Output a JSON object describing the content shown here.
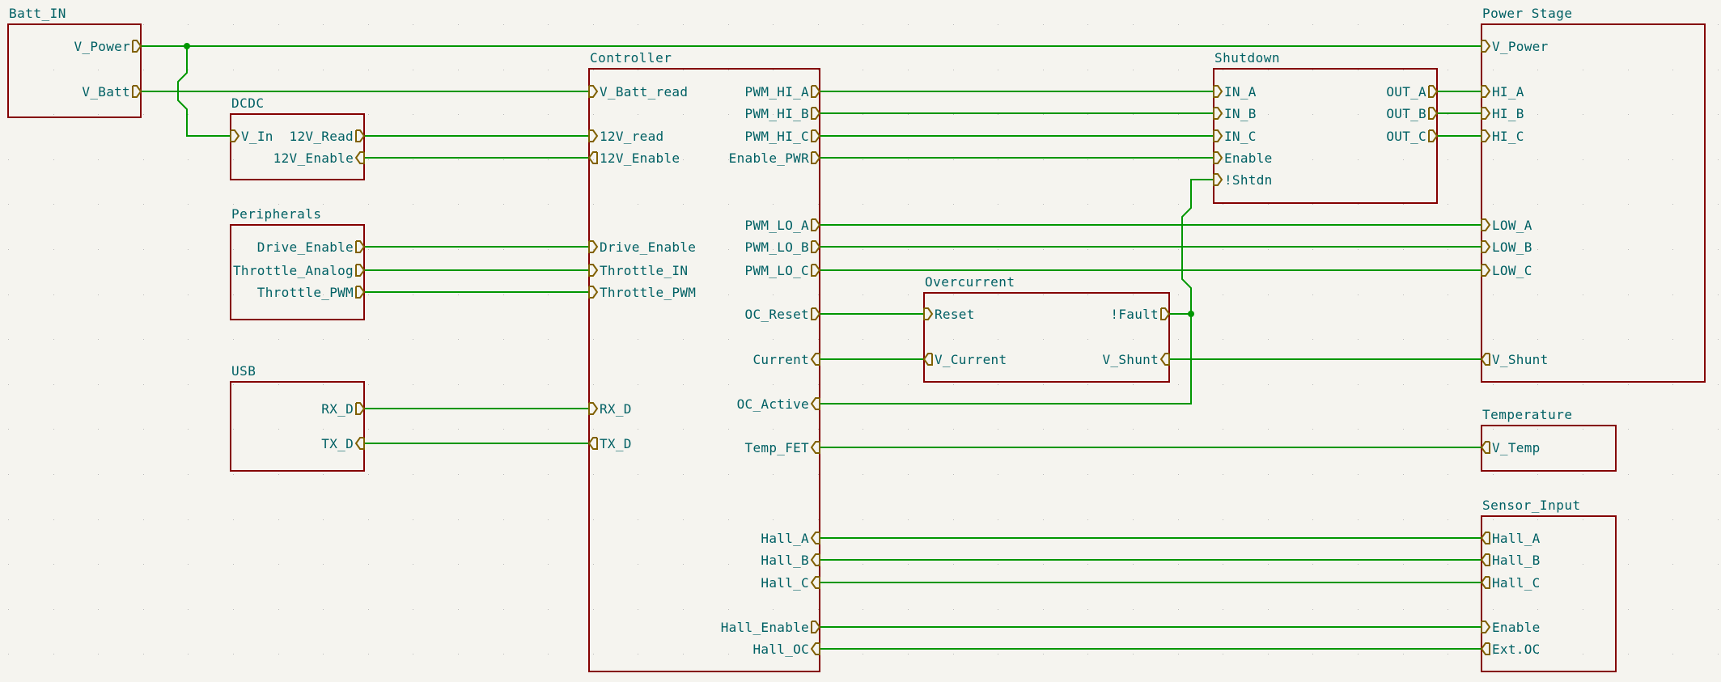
{
  "app": "KiCad Schematic Editor",
  "colors": {
    "background": "#f5f4ef",
    "sheet_border": "#840000",
    "wire": "#009600",
    "pin": "#806000",
    "text": "#006064"
  },
  "sheets": [
    {
      "id": "batt_in",
      "title": "Batt_IN",
      "pins": [
        {
          "label": "V_Power",
          "side": "right",
          "dir": "out"
        },
        {
          "label": "V_Batt",
          "side": "right",
          "dir": "out"
        }
      ]
    },
    {
      "id": "dcdc",
      "title": "DCDC",
      "pins": [
        {
          "label": "V_In",
          "side": "left",
          "dir": "in"
        },
        {
          "label": "12V_Read",
          "side": "right",
          "dir": "out"
        },
        {
          "label": "12V_Enable",
          "side": "right",
          "dir": "in"
        }
      ]
    },
    {
      "id": "peripherals",
      "title": "Peripherals",
      "pins": [
        {
          "label": "Drive_Enable",
          "side": "right",
          "dir": "out"
        },
        {
          "label": "Throttle_Analog",
          "side": "right",
          "dir": "out"
        },
        {
          "label": "Throttle_PWM",
          "side": "right",
          "dir": "out"
        }
      ]
    },
    {
      "id": "usb",
      "title": "USB",
      "pins": [
        {
          "label": "RX_D",
          "side": "right",
          "dir": "out"
        },
        {
          "label": "TX_D",
          "side": "right",
          "dir": "in"
        }
      ]
    },
    {
      "id": "controller",
      "title": "Controller",
      "pins": [
        {
          "label": "V_Batt_read",
          "side": "left",
          "dir": "in"
        },
        {
          "label": "12V_read",
          "side": "left",
          "dir": "in"
        },
        {
          "label": "12V_Enable",
          "side": "left",
          "dir": "out"
        },
        {
          "label": "Drive_Enable",
          "side": "left",
          "dir": "in"
        },
        {
          "label": "Throttle_IN",
          "side": "left",
          "dir": "in"
        },
        {
          "label": "Throttle_PWM",
          "side": "left",
          "dir": "in"
        },
        {
          "label": "RX_D",
          "side": "left",
          "dir": "in"
        },
        {
          "label": "TX_D",
          "side": "left",
          "dir": "out"
        },
        {
          "label": "PWM_HI_A",
          "side": "right",
          "dir": "out"
        },
        {
          "label": "PWM_HI_B",
          "side": "right",
          "dir": "out"
        },
        {
          "label": "PWM_HI_C",
          "side": "right",
          "dir": "out"
        },
        {
          "label": "Enable_PWR",
          "side": "right",
          "dir": "out"
        },
        {
          "label": "PWM_LO_A",
          "side": "right",
          "dir": "out"
        },
        {
          "label": "PWM_LO_B",
          "side": "right",
          "dir": "out"
        },
        {
          "label": "PWM_LO_C",
          "side": "right",
          "dir": "out"
        },
        {
          "label": "OC_Reset",
          "side": "right",
          "dir": "out"
        },
        {
          "label": "Current",
          "side": "right",
          "dir": "in"
        },
        {
          "label": "OC_Active",
          "side": "right",
          "dir": "in"
        },
        {
          "label": "Temp_FET",
          "side": "right",
          "dir": "in"
        },
        {
          "label": "Hall_A",
          "side": "right",
          "dir": "in"
        },
        {
          "label": "Hall_B",
          "side": "right",
          "dir": "in"
        },
        {
          "label": "Hall_C",
          "side": "right",
          "dir": "in"
        },
        {
          "label": "Hall_Enable",
          "side": "right",
          "dir": "out"
        },
        {
          "label": "Hall_OC",
          "side": "right",
          "dir": "in"
        }
      ]
    },
    {
      "id": "shutdown",
      "title": "Shutdown",
      "pins": [
        {
          "label": "IN_A",
          "side": "left",
          "dir": "in"
        },
        {
          "label": "IN_B",
          "side": "left",
          "dir": "in"
        },
        {
          "label": "IN_C",
          "side": "left",
          "dir": "in"
        },
        {
          "label": "Enable",
          "side": "left",
          "dir": "in"
        },
        {
          "label": "!Shtdn",
          "side": "left",
          "dir": "in"
        },
        {
          "label": "OUT_A",
          "side": "right",
          "dir": "out"
        },
        {
          "label": "OUT_B",
          "side": "right",
          "dir": "out"
        },
        {
          "label": "OUT_C",
          "side": "right",
          "dir": "out"
        }
      ]
    },
    {
      "id": "overcurrent",
      "title": "Overcurrent",
      "pins": [
        {
          "label": "Reset",
          "side": "left",
          "dir": "in"
        },
        {
          "label": "V_Current",
          "side": "left",
          "dir": "out"
        },
        {
          "label": "!Fault",
          "side": "right",
          "dir": "out"
        },
        {
          "label": "V_Shunt",
          "side": "right",
          "dir": "in"
        }
      ]
    },
    {
      "id": "power_stage",
      "title": "Power Stage",
      "pins": [
        {
          "label": "V_Power",
          "side": "left",
          "dir": "in"
        },
        {
          "label": "HI_A",
          "side": "left",
          "dir": "in"
        },
        {
          "label": "HI_B",
          "side": "left",
          "dir": "in"
        },
        {
          "label": "HI_C",
          "side": "left",
          "dir": "in"
        },
        {
          "label": "LOW_A",
          "side": "left",
          "dir": "in"
        },
        {
          "label": "LOW_B",
          "side": "left",
          "dir": "in"
        },
        {
          "label": "LOW_C",
          "side": "left",
          "dir": "in"
        },
        {
          "label": "V_Shunt",
          "side": "left",
          "dir": "out"
        }
      ]
    },
    {
      "id": "temperature",
      "title": "Temperature",
      "pins": [
        {
          "label": "V_Temp",
          "side": "left",
          "dir": "out"
        }
      ]
    },
    {
      "id": "sensor_input",
      "title": "Sensor_Input",
      "pins": [
        {
          "label": "Hall_A",
          "side": "left",
          "dir": "out"
        },
        {
          "label": "Hall_B",
          "side": "left",
          "dir": "out"
        },
        {
          "label": "Hall_C",
          "side": "left",
          "dir": "out"
        },
        {
          "label": "Enable",
          "side": "left",
          "dir": "in"
        },
        {
          "label": "Ext.OC",
          "side": "left",
          "dir": "out"
        }
      ]
    }
  ],
  "nets": [
    {
      "from": "Batt_IN.V_Power",
      "to": [
        "Power Stage.V_Power",
        "DCDC.V_In"
      ]
    },
    {
      "from": "Batt_IN.V_Batt",
      "to": [
        "Controller.V_Batt_read"
      ]
    },
    {
      "from": "DCDC.12V_Read",
      "to": [
        "Controller.12V_read"
      ]
    },
    {
      "from": "Controller.12V_Enable",
      "to": [
        "DCDC.12V_Enable"
      ]
    },
    {
      "from": "Peripherals.Drive_Enable",
      "to": [
        "Controller.Drive_Enable"
      ]
    },
    {
      "from": "Peripherals.Throttle_Analog",
      "to": [
        "Controller.Throttle_IN"
      ]
    },
    {
      "from": "Peripherals.Throttle_PWM",
      "to": [
        "Controller.Throttle_PWM"
      ]
    },
    {
      "from": "USB.RX_D",
      "to": [
        "Controller.RX_D"
      ]
    },
    {
      "from": "Controller.TX_D",
      "to": [
        "USB.TX_D"
      ]
    },
    {
      "from": "Controller.PWM_HI_A",
      "to": [
        "Shutdown.IN_A"
      ]
    },
    {
      "from": "Controller.PWM_HI_B",
      "to": [
        "Shutdown.IN_B"
      ]
    },
    {
      "from": "Controller.PWM_HI_C",
      "to": [
        "Shutdown.IN_C"
      ]
    },
    {
      "from": "Controller.Enable_PWR",
      "to": [
        "Shutdown.Enable"
      ]
    },
    {
      "from": "Shutdown.OUT_A",
      "to": [
        "Power Stage.HI_A"
      ]
    },
    {
      "from": "Shutdown.OUT_B",
      "to": [
        "Power Stage.HI_B"
      ]
    },
    {
      "from": "Shutdown.OUT_C",
      "to": [
        "Power Stage.HI_C"
      ]
    },
    {
      "from": "Controller.PWM_LO_A",
      "to": [
        "Power Stage.LOW_A"
      ]
    },
    {
      "from": "Controller.PWM_LO_B",
      "to": [
        "Power Stage.LOW_B"
      ]
    },
    {
      "from": "Controller.PWM_LO_C",
      "to": [
        "Power Stage.LOW_C"
      ]
    },
    {
      "from": "Controller.OC_Reset",
      "to": [
        "Overcurrent.Reset"
      ]
    },
    {
      "from": "Overcurrent.V_Current",
      "to": [
        "Controller.Current"
      ]
    },
    {
      "from": "Power Stage.V_Shunt",
      "to": [
        "Overcurrent.V_Shunt"
      ]
    },
    {
      "from": "Overcurrent.!Fault",
      "to": [
        "Controller.OC_Active",
        "Shutdown.!Shtdn"
      ]
    },
    {
      "from": "Temperature.V_Temp",
      "to": [
        "Controller.Temp_FET"
      ]
    },
    {
      "from": "Sensor_Input.Hall_A",
      "to": [
        "Controller.Hall_A"
      ]
    },
    {
      "from": "Sensor_Input.Hall_B",
      "to": [
        "Controller.Hall_B"
      ]
    },
    {
      "from": "Sensor_Input.Hall_C",
      "to": [
        "Controller.Hall_C"
      ]
    },
    {
      "from": "Controller.Hall_Enable",
      "to": [
        "Sensor_Input.Enable"
      ]
    },
    {
      "from": "Sensor_Input.Ext.OC",
      "to": [
        "Controller.Hall_OC"
      ]
    }
  ]
}
